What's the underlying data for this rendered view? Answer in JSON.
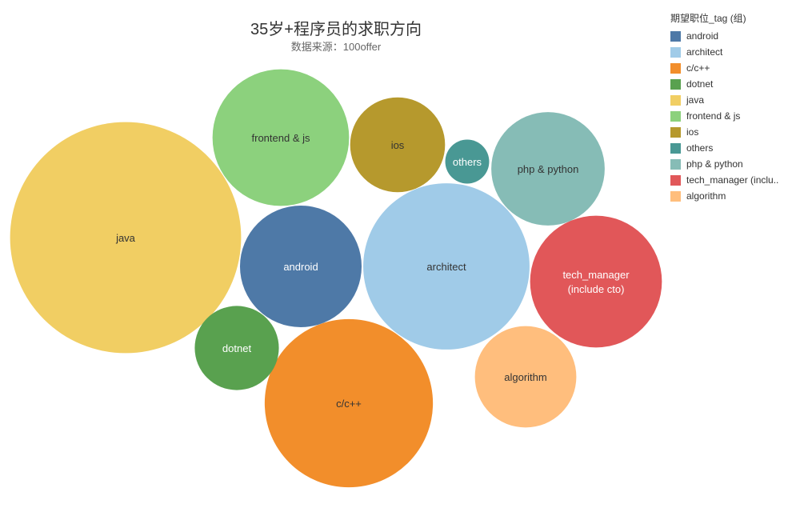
{
  "title": "35岁+程序员的求职方向",
  "subtitle": "数据来源：100offer",
  "legend": {
    "title": "期望职位_tag (组)",
    "items": [
      {
        "label": "android",
        "color": "#4e79a7"
      },
      {
        "label": "architect",
        "color": "#a0cbe8"
      },
      {
        "label": "c/c++",
        "color": "#f28e2b"
      },
      {
        "label": "dotnet",
        "color": "#59a14f"
      },
      {
        "label": "java",
        "color": "#f1ce63"
      },
      {
        "label": "frontend & js",
        "color": "#8cd17d"
      },
      {
        "label": "ios",
        "color": "#b6992d"
      },
      {
        "label": "others",
        "color": "#499894"
      },
      {
        "label": "php & python",
        "color": "#86bcb6"
      },
      {
        "label": "tech_manager (inclu..",
        "color": "#e15759"
      },
      {
        "label": "algorithm",
        "color": "#ffbe7d"
      }
    ]
  },
  "chart_data": {
    "type": "bubble",
    "title": "35岁+程序员的求职方向",
    "subtitle": "数据来源：100offer",
    "legend_position": "top-right",
    "bubbles": [
      {
        "label": "java",
        "value": 83,
        "color": "#f1ce63",
        "text_color": "#333333"
      },
      {
        "label": "c/c++",
        "value": 44,
        "color": "#f28e2b",
        "text_color": "#333333"
      },
      {
        "label": "architect",
        "value": 43,
        "color": "#a0cbe8",
        "text_color": "#333333"
      },
      {
        "label": "frontend & js",
        "value": 29,
        "color": "#8cd17d",
        "text_color": "#333333"
      },
      {
        "label": "tech_manager\n(include cto)",
        "value": 27,
        "color": "#e15759",
        "text_color": "#ffffff"
      },
      {
        "label": "android",
        "value": 23,
        "color": "#4e79a7",
        "text_color": "#ffffff"
      },
      {
        "label": "php & python",
        "value": 20,
        "color": "#86bcb6",
        "text_color": "#333333"
      },
      {
        "label": "algorithm",
        "value": 16,
        "color": "#ffbe7d",
        "text_color": "#333333"
      },
      {
        "label": "ios",
        "value": 14,
        "color": "#b6992d",
        "text_color": "#333333"
      },
      {
        "label": "dotnet",
        "value": 11,
        "color": "#59a14f",
        "text_color": "#ffffff"
      },
      {
        "label": "others",
        "value": 3,
        "color": "#499894",
        "text_color": "#ffffff"
      }
    ]
  }
}
